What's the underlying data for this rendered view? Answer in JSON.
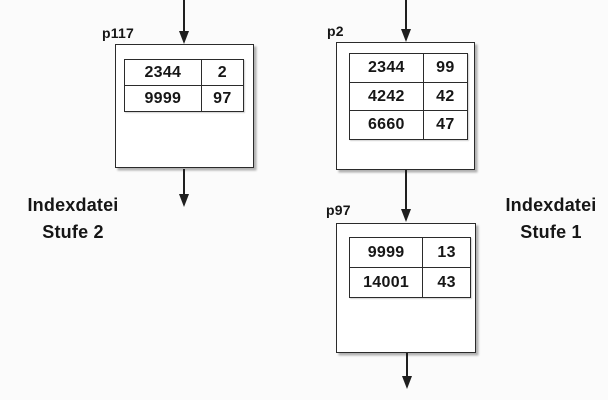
{
  "diagram": {
    "title_implicit": "Two-level index file structure",
    "colors": {
      "background": "#fbfbfb",
      "box_fill": "#ffffff",
      "line": "#1f1f1f"
    },
    "left_caption": {
      "line1": "Indexdatei",
      "line2": "Stufe 2"
    },
    "right_caption": {
      "line1": "Indexdatei",
      "line2": "Stufe 1"
    },
    "nodes": {
      "p117": {
        "label": "p117",
        "rows": [
          [
            "2344",
            "2"
          ],
          [
            "9999",
            "97"
          ]
        ]
      },
      "p2": {
        "label": "p2",
        "rows": [
          [
            "2344",
            "99"
          ],
          [
            "4242",
            "42"
          ],
          [
            "6660",
            "47"
          ]
        ]
      },
      "p97": {
        "label": "p97",
        "rows": [
          [
            "9999",
            "13"
          ],
          [
            "14001",
            "43"
          ]
        ]
      }
    }
  }
}
